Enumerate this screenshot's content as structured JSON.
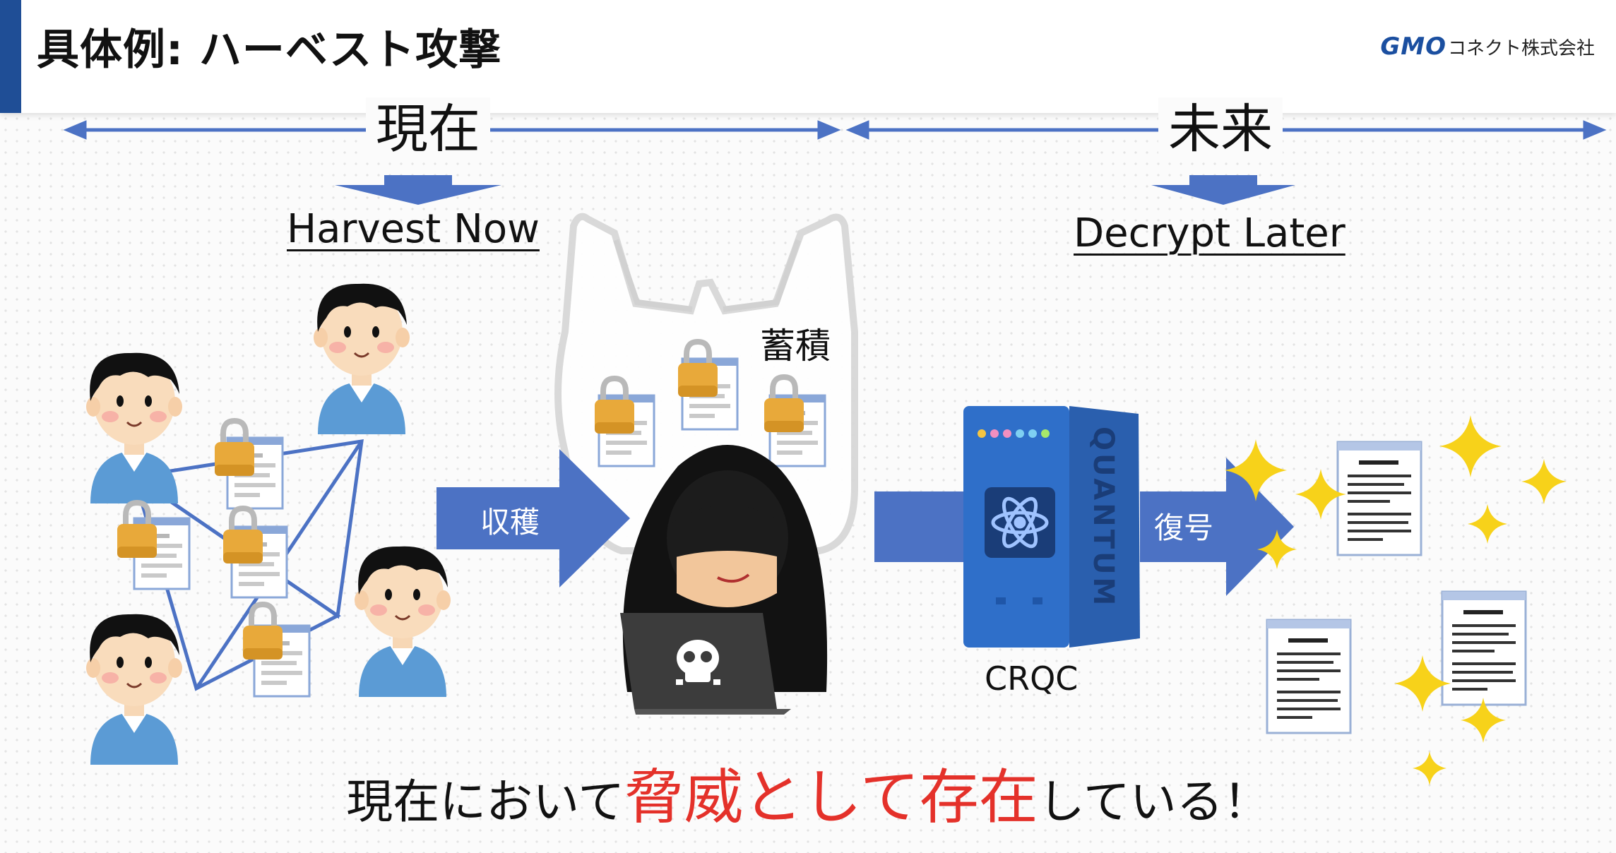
{
  "header": {
    "title": "具体例: ハーベスト攻撃",
    "logo_gmo": "GMO",
    "logo_rest": "コネクト株式会社"
  },
  "timeline": {
    "present_label": "現在",
    "future_label": "未来"
  },
  "phrases": {
    "harvest_now": "Harvest Now",
    "decrypt_later": "Decrypt Later"
  },
  "labels": {
    "accumulate": "蓄積",
    "harvest": "収穫",
    "decrypt": "復号",
    "crqc": "CRQC",
    "quantum_side_text": "QUANTUM"
  },
  "bottom_message": {
    "part1": "現在において",
    "highlight": "脅威として存在",
    "part2": "している！"
  },
  "colors": {
    "accent_blue": "#1f4e96",
    "arrow_blue": "#4c72c4",
    "highlight_red": "#e4312a",
    "lock_gold": "#e8a93a",
    "server_blue": "#2f6fc9",
    "sparkle_yellow": "#f7d21a"
  },
  "icons": [
    "person-icon",
    "lock-icon",
    "document-icon",
    "hacker-icon",
    "laptop-icon",
    "skull-icon",
    "plastic-bag-icon",
    "quantum-computer-icon",
    "atom-icon",
    "sparkle-icon"
  ]
}
